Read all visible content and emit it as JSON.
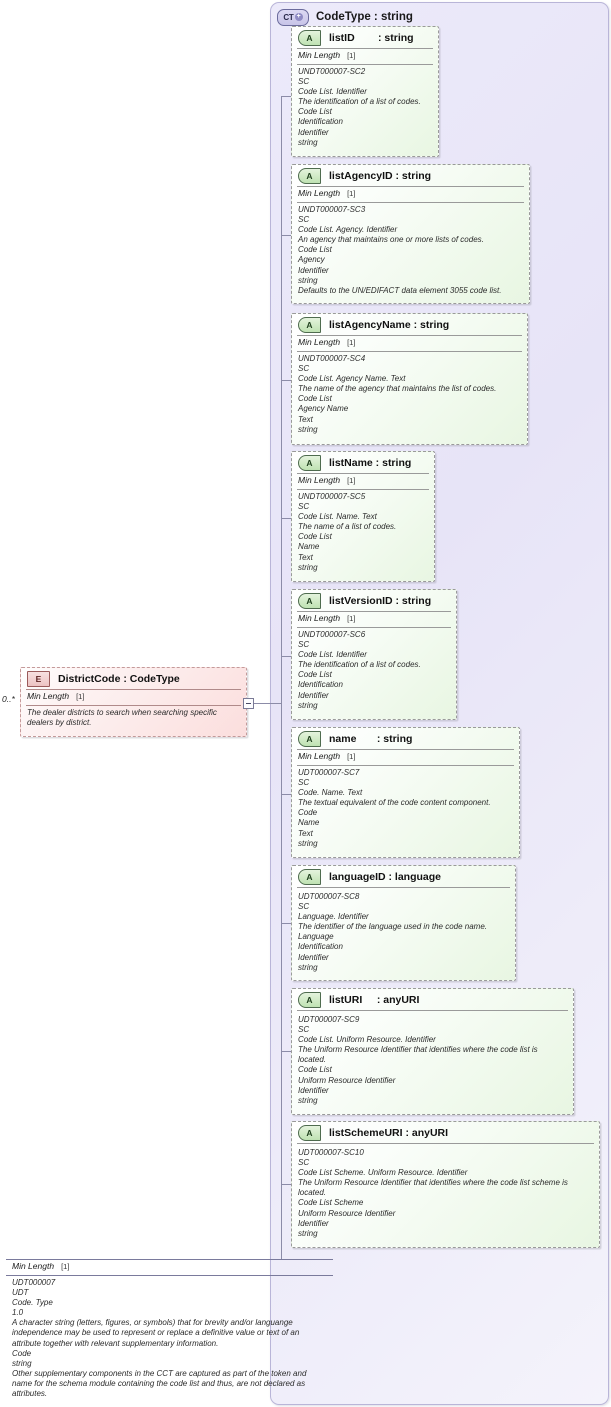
{
  "diagram": {
    "kind": "xsd-schema-diagram",
    "root_type": {
      "icon": "CT",
      "title": "CodeType : string",
      "footer": {
        "facet_label": "Min Length",
        "facet_value": "[1]",
        "doc_lines": [
          "UDT000007",
          "UDT",
          "Code. Type",
          "1.0",
          "A character string (letters, figures, or symbols) that for brevity and/or languange independence may be used to represent or replace a definitive value or text of an attribute together with relevant supplementary information.",
          "Code",
          "string",
          "Other supplementary components in the CCT are captured as part of the token and name for the schema module containing the code list and thus, are not declared as attributes."
        ]
      }
    },
    "element": {
      "icon": "E",
      "name": "DistrictCode : CodeType",
      "cardinality": "0..*",
      "facet_label": "Min Length",
      "facet_value": "[1]",
      "doc_lines": [
        "The dealer districts to search when searching specific dealers by district."
      ]
    },
    "attributes": [
      {
        "icon": "A",
        "name": "listID        : string",
        "facet_label": "Min Length",
        "facet_value": "[1]",
        "doc_lines": [
          "UNDT000007-SC2",
          "SC",
          "Code List. Identifier",
          "The identification of a list of codes.",
          "Code List",
          "Identification",
          "Identifier",
          "string"
        ]
      },
      {
        "icon": "A",
        "name": "listAgencyID : string",
        "facet_label": "Min Length",
        "facet_value": "[1]",
        "doc_lines": [
          "UNDT000007-SC3",
          "SC",
          "Code List. Agency. Identifier",
          "An agency that maintains one or more lists of codes.",
          "Code List",
          "Agency",
          "Identifier",
          "string",
          "Defaults to the UN/EDIFACT data element 3055 code list."
        ]
      },
      {
        "icon": "A",
        "name": "listAgencyName : string",
        "facet_label": "Min Length",
        "facet_value": "[1]",
        "doc_lines": [
          "UNDT000007-SC4",
          "SC",
          "Code List. Agency Name. Text",
          "The name of the agency that maintains the list of codes.",
          "Code List",
          "Agency Name",
          "Text",
          "string"
        ]
      },
      {
        "icon": "A",
        "name": "listName : string",
        "facet_label": "Min Length",
        "facet_value": "[1]",
        "doc_lines": [
          "UNDT000007-SC5",
          "SC",
          "Code List. Name. Text",
          "The name of a list of codes.",
          "Code List",
          "Name",
          "Text",
          "string"
        ]
      },
      {
        "icon": "A",
        "name": "listVersionID : string",
        "facet_label": "Min Length",
        "facet_value": "[1]",
        "doc_lines": [
          "UNDT000007-SC6",
          "SC",
          "Code List. Identifier",
          "The identification of a list of codes.",
          "Code List",
          "Identification",
          "Identifier",
          "string"
        ]
      },
      {
        "icon": "A",
        "name": "name       : string",
        "facet_label": "Min Length",
        "facet_value": "[1]",
        "doc_lines": [
          "UDT000007-SC7",
          "SC",
          "Code. Name. Text",
          "The textual equivalent of the code content component.",
          "Code",
          "Name",
          "Text",
          "string"
        ]
      },
      {
        "icon": "A",
        "name": "languageID : language",
        "facet_label": "",
        "facet_value": "",
        "doc_lines": [
          "UDT000007-SC8",
          "SC",
          "Language. Identifier",
          "The identifier of the language used in the code name.",
          "Language",
          "Identification",
          "Identifier",
          "string"
        ]
      },
      {
        "icon": "A",
        "name": "listURI     : anyURI",
        "facet_label": "",
        "facet_value": "",
        "doc_lines": [
          "UDT000007-SC9",
          "SC",
          "Code List. Uniform Resource. Identifier",
          "The Uniform Resource Identifier that identifies where the code list is located.",
          "Code List",
          "Uniform Resource Identifier",
          "Identifier",
          "string"
        ]
      },
      {
        "icon": "A",
        "name": "listSchemeURI : anyURI",
        "facet_label": "",
        "facet_value": "",
        "doc_lines": [
          "UDT000007-SC10",
          "SC",
          "Code List Scheme. Uniform Resource. Identifier",
          "The Uniform Resource Identifier that identifies where the code list scheme is located.",
          "Code List Scheme",
          "Uniform Resource Identifier",
          "Identifier",
          "string"
        ]
      }
    ],
    "colors": {
      "container_bg": "#ece9f8",
      "attribute_bg": "#e8f6e2",
      "element_bg": "#fbdedd",
      "border": "#9a9a9a",
      "line": "#8c8ca8"
    }
  }
}
